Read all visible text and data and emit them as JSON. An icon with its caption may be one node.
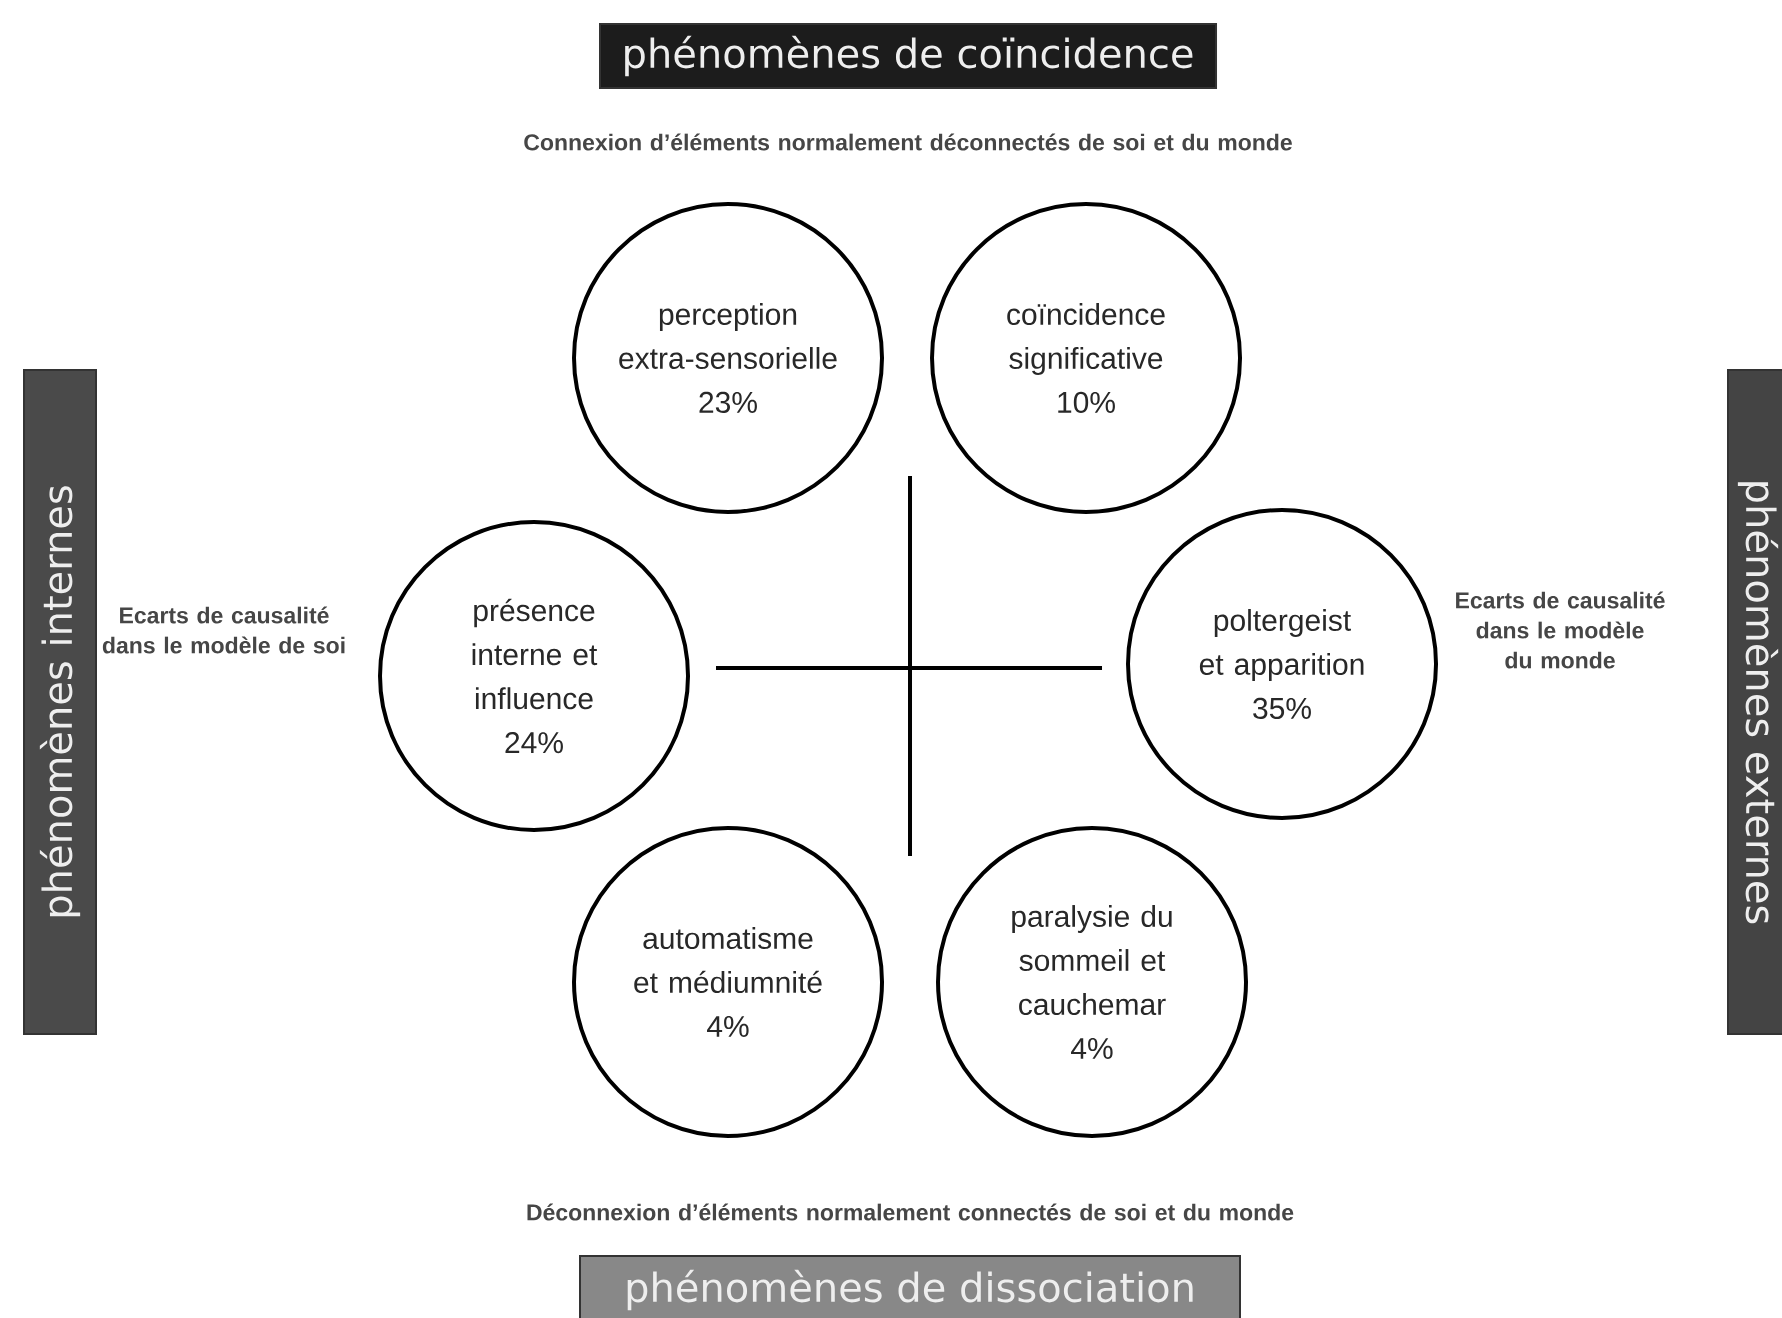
{
  "diagram": {
    "nodes": [
      {
        "text": [
          "phénomènes de coïncidence"
        ]
      },
      {
        "text": [
          "phénomènes internes"
        ]
      },
      {
        "text": [
          "perception extra-sensorielle",
          "23%"
        ]
      },
      {
        "text": [
          "coïncidence significative",
          "10%"
        ]
      },
      {
        "text": [
          "présence interne et influence",
          "24%"
        ]
      },
      {
        "text": [
          "poltergeist et apparition",
          "35%"
        ]
      },
      {
        "text": [
          "automatisme et médiumnité",
          "4%"
        ]
      },
      {
        "text": [
          "paralysie du sommeil et cauchemar",
          "4%"
        ]
      },
      {
        "text": [
          "phénomènes externes"
        ]
      },
      {
        "text": [
          "phénomènes de dissociation"
        ]
      }
    ],
    "labels": [
      "Connexion d’éléments normalement déconnectés de soi et du monde",
      "Ecarts de causalité dans le modèle de soi",
      "Ecarts de causalité dans le modèle du monde",
      "Déconnexion d’éléments normalement connectés de soi et du monde"
    ]
  }
}
